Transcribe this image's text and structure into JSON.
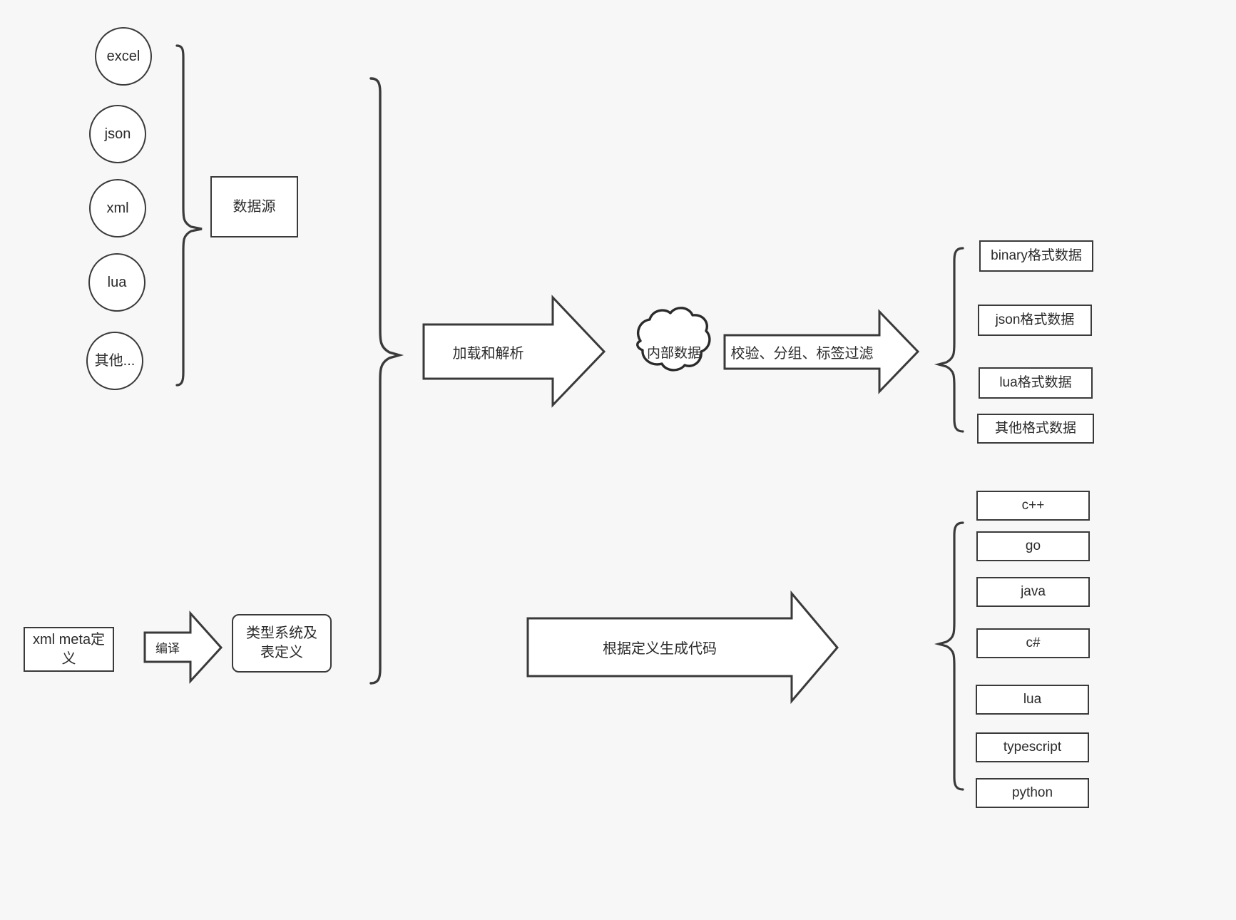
{
  "diagram": {
    "background_color": "#f7f7f7",
    "stroke_color": "#3a3a3a",
    "fill_color": "#ffffff",
    "text_color": "#2b2b2b"
  },
  "sources": {
    "items": [
      {
        "label": "excel"
      },
      {
        "label": "json"
      },
      {
        "label": "xml"
      },
      {
        "label": "lua"
      },
      {
        "label": "其他..."
      }
    ],
    "group_label": "数据源"
  },
  "meta": {
    "input_label": "xml meta定义",
    "compile_arrow_label": "编译",
    "type_system_label": "类型系统及表定义"
  },
  "pipeline": {
    "load_parse_arrow_label": "加载和解析",
    "internal_data_label": "内部数据",
    "filter_arrow_label": "校验、分组、标签过滤",
    "codegen_arrow_label": "根据定义生成代码"
  },
  "outputs": {
    "formats": [
      {
        "label": "binary格式数据"
      },
      {
        "label": "json格式数据"
      },
      {
        "label": "lua格式数据"
      },
      {
        "label": "其他格式数据"
      }
    ],
    "languages": [
      {
        "label": "c++"
      },
      {
        "label": "go"
      },
      {
        "label": "java"
      },
      {
        "label": "c#"
      },
      {
        "label": "lua"
      },
      {
        "label": "typescript"
      },
      {
        "label": "python"
      }
    ]
  }
}
